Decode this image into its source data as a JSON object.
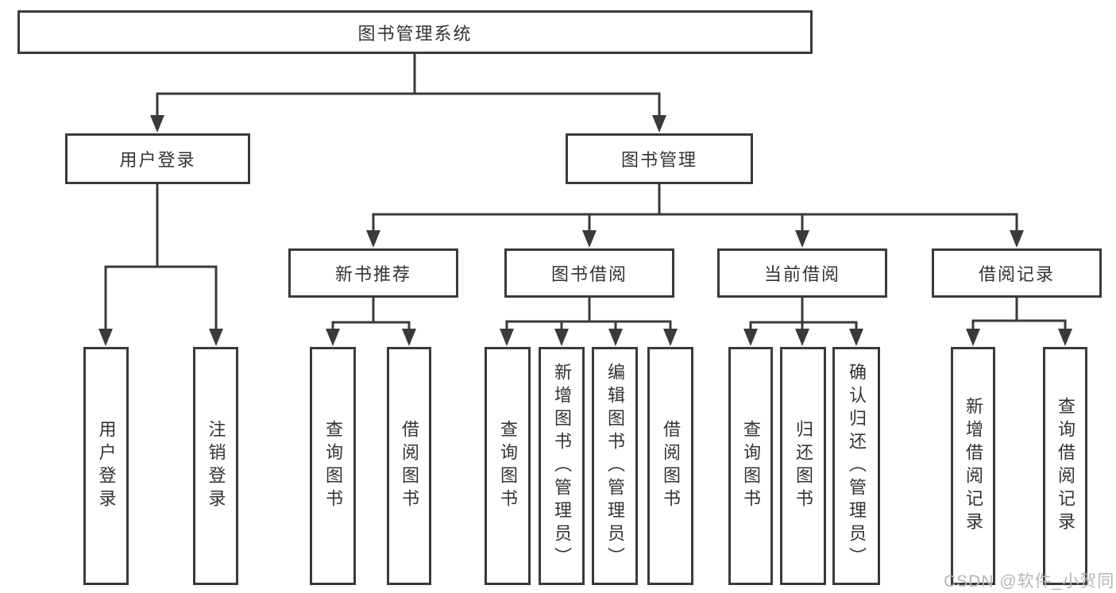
{
  "diagram_type": "org-tree",
  "tree": {
    "root": {
      "label": "图书管理系统"
    },
    "branches": [
      {
        "label": "用户登录",
        "children": [
          {
            "label": "用户登录"
          },
          {
            "label": "注销登录"
          }
        ]
      },
      {
        "label": "图书管理",
        "groups": [
          {
            "label": "新书推荐",
            "children": [
              {
                "label": "查询图书"
              },
              {
                "label": "借阅图书"
              }
            ]
          },
          {
            "label": "图书借阅",
            "children": [
              {
                "label": "查询图书"
              },
              {
                "label": "新增图书（管理员）"
              },
              {
                "label": "编辑图书（管理员）"
              },
              {
                "label": "借阅图书"
              }
            ]
          },
          {
            "label": "当前借阅",
            "children": [
              {
                "label": "查询图书"
              },
              {
                "label": "归还图书"
              },
              {
                "label": "确认归还（管理员）"
              }
            ]
          },
          {
            "label": "借阅记录",
            "children": [
              {
                "label": "新增借阅记录"
              },
              {
                "label": "查询借阅记录"
              }
            ]
          }
        ]
      }
    ]
  },
  "watermark": "CSDN @软件_小贺同学",
  "colors": {
    "line": "#3a3a3a",
    "box_border": "#3a3a3a",
    "text": "#333333",
    "watermark": "#b6b6b6",
    "background": "#ffffff"
  }
}
